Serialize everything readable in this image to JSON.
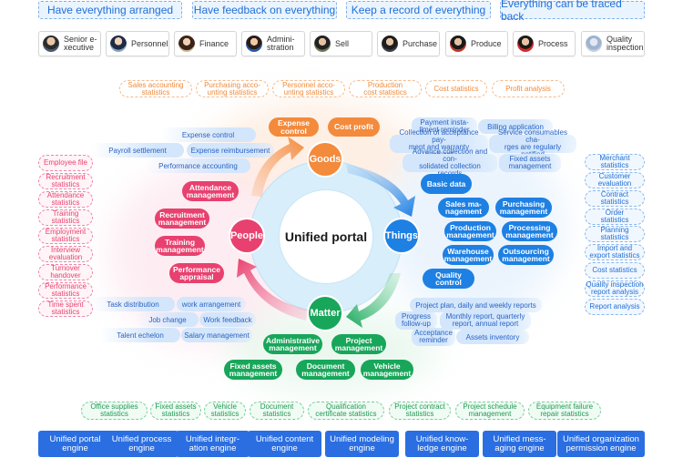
{
  "slogans": [
    "Have everything arranged",
    "Have feedback on everything",
    "Keep a record of everything",
    "Everything can be traced back"
  ],
  "roles": [
    {
      "label": "Senior e-\nxecutive",
      "icon": "avatar-senior-executive"
    },
    {
      "label": "Personnel",
      "icon": "avatar-personnel"
    },
    {
      "label": "Finance",
      "icon": "avatar-finance"
    },
    {
      "label": "Admini-\nstration",
      "icon": "avatar-administration"
    },
    {
      "label": "Sell",
      "icon": "avatar-sell"
    },
    {
      "label": "Purchase",
      "icon": "avatar-purchase"
    },
    {
      "label": "Produce",
      "icon": "avatar-produce"
    },
    {
      "label": "Process",
      "icon": "avatar-process"
    },
    {
      "label": "Quality\ninspection",
      "icon": "avatar-quality-inspection"
    }
  ],
  "goods_stats": [
    "Sales accounting\nstatistics",
    "Purchasing acco-\nunting statistics",
    "Personnel acco-\nunting statistics",
    "Production\ncost statistics",
    "Cost statistics",
    "Profit analysis"
  ],
  "center": {
    "title": "Unified portal",
    "nodes": {
      "goods": "Goods",
      "things": "Things",
      "matter": "Matter",
      "people": "People"
    }
  },
  "goods": {
    "modules": [
      "Expense\ncontrol",
      "Cost profit"
    ],
    "info": [
      "Expense control",
      "Payroll settlement",
      "Expense reimbursement",
      "Performance accounting"
    ]
  },
  "people": {
    "modules": [
      "Attendance\nmanagement",
      "Recruitment\nmanagement",
      "Training\nmanagement",
      "Performance\nappraisal"
    ],
    "stats": [
      "Employee file",
      "Recruitment\nstatistics",
      "Attendance\nstatistics",
      "Training\nstatistics",
      "Employment\nstatistics",
      "Interview\nevaluation",
      "Turnover\nhandover",
      "Performance\nstatistics",
      "Time spent\nstatistics"
    ],
    "info": [
      "Task distribution",
      "work arrangement",
      "Job change",
      "Work feedback",
      "Talent echelon",
      "Salary management"
    ]
  },
  "things": {
    "info": [
      "Payment insta-\nllment reminder",
      "Billing application",
      "Collection of acceptance pay-\nment  and warranty payment",
      "Service consumables cha-\nrges are regularly notified",
      "Advance collection and con-\nsolidated collection records",
      "Fixed assets\nmanagement"
    ],
    "modules": [
      "Basic data",
      "Sales ma-\nnagement",
      "Purchasing\nmanagement",
      "Production\nmanagement",
      "Processing\nmanagement",
      "Warehouse\nmanagement",
      "Outsourcing\nmanagement",
      "Quality\ncontrol"
    ],
    "stats": [
      "Merchant\nstatistics",
      "Customer\nevaluation",
      "Contract\nstatistics",
      "Order\nstatistics",
      "Planning\nstatistics",
      "Import and\nexport statistics",
      "Cost statistics",
      "Quality inspection\nreport analysis",
      "Report analysis"
    ]
  },
  "matter": {
    "info": [
      "Project plan, daily and weekly reports",
      "Progress\nfollow-up",
      "Monthly report, quarterly\nreport, annual report",
      "Acceptance\nreminder",
      "Assets inventory"
    ],
    "modules": [
      "Administrative\nmanagement",
      "Project\nmanagement",
      "Fixed assets\nmanagement",
      "Document\nmanagement",
      "Vehicle\nmanagement"
    ],
    "stats": [
      "Office supplies\nstatistics",
      "Fixed assets\nstatistics",
      "Vehicle\nstatistics",
      "Document\nstatistics",
      "Qualification\ncertificate statistics",
      "Project contract\nstatistics",
      "Project schedule\nmanagement",
      "Equipment failure\nrepair statistics"
    ]
  },
  "engines": [
    "Unified portal\nengine",
    "Unified process\nengine",
    "Unified integr-\nation engine",
    "Unified content\nengine",
    "Unified modeling\nengine",
    "Unified know-\nledge engine",
    "Unified mess-\naging engine",
    "Unified organization\npermission engine"
  ],
  "colors": {
    "people": "#e8416f",
    "goods": "#f38a3c",
    "things": "#1e80e3",
    "matter": "#18a65a",
    "engine": "#2a6ee2"
  }
}
